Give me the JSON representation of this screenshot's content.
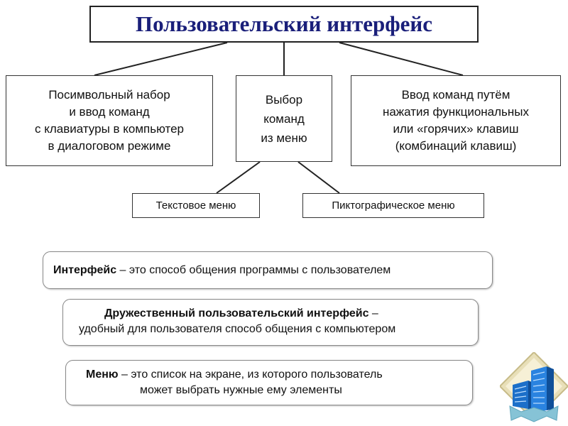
{
  "title": "Пользовательский интерфейс",
  "branches": {
    "keyboard": {
      "lines": [
        "Посимвольный набор",
        "и ввод команд",
        "с клавиатуры в компьютер",
        "в диалоговом режиме"
      ]
    },
    "menu": {
      "lines": [
        "Выбор",
        "команд",
        "из меню"
      ]
    },
    "hotkeys": {
      "lines": [
        "Ввод команд путём",
        "нажатия функциональных",
        "или «горячих» клавиш",
        "(комбинаций клавиш)"
      ]
    }
  },
  "submenus": {
    "text_menu": "Текстовое меню",
    "icon_menu": "Пиктографическое меню"
  },
  "definitions": {
    "interface": {
      "term": "Интерфейс",
      "text": " – это способ общения программы с пользователем"
    },
    "friendly": {
      "term": "Дружественный пользовательский интерфейс",
      "term_suffix": " –",
      "line2": "удобный для пользователя способ общения с компьютером"
    },
    "menu": {
      "term": "Меню",
      "text": " – это список на экране, из которого пользователь",
      "line2": "может выбрать нужные ему элементы"
    }
  },
  "colors": {
    "title_text": "#1a1f7a",
    "logo_frame": "#d8cfa6",
    "logo_building": "#1c6fc9",
    "logo_arrow": "#86c3d6"
  },
  "icons": [
    "building-logo-icon"
  ]
}
